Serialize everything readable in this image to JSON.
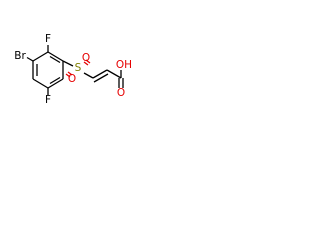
{
  "molecule": {
    "atoms": {
      "f_top": {
        "label": "F",
        "color": "#000000"
      },
      "br": {
        "label": "Br",
        "color": "#000000"
      },
      "f_bottom": {
        "label": "F",
        "color": "#000000"
      },
      "s": {
        "label": "S",
        "color": "#808000"
      },
      "o_left": {
        "label": "O",
        "color": "#e60000"
      },
      "o_right": {
        "label": "O",
        "color": "#e60000"
      },
      "oh": {
        "label": "OH",
        "color": "#e60000"
      },
      "o_carbonyl": {
        "label": "O",
        "color": "#e60000"
      }
    }
  }
}
